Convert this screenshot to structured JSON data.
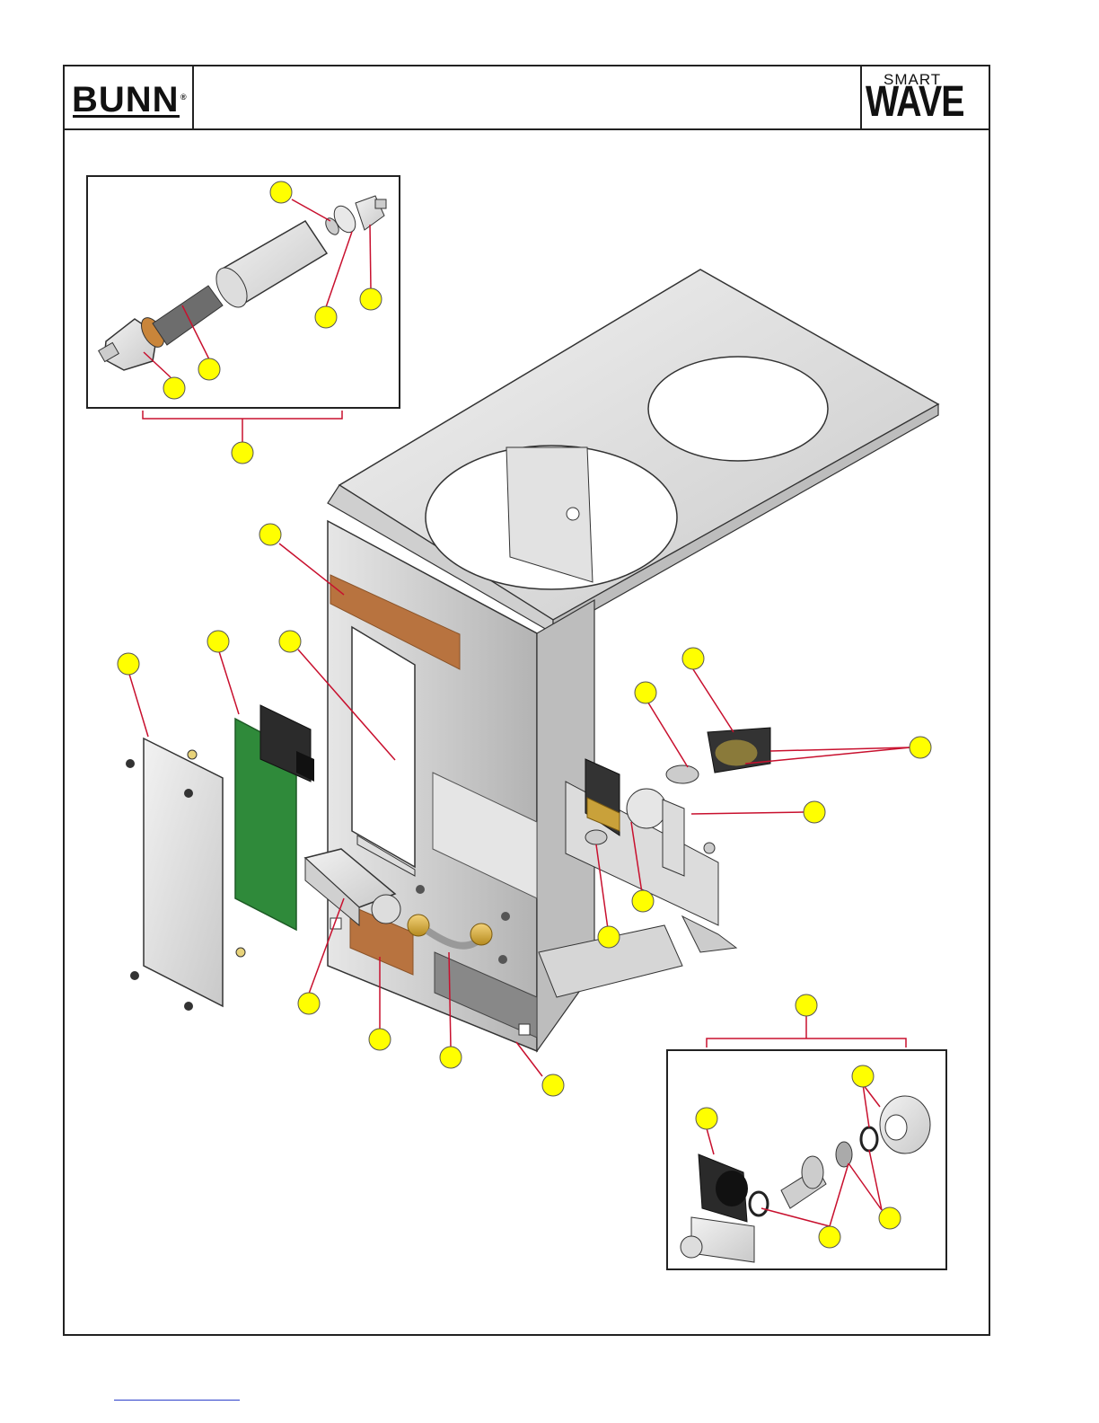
{
  "header": {
    "logo_text": "BUNN",
    "logo_reg": "®",
    "brand_top": "SMART",
    "brand_bottom": "WAVE"
  },
  "colors": {
    "callout_fill": "#ffff00",
    "leader_line": "#c8102e",
    "frame": "#222222",
    "decal": "#b8733f",
    "board": "#2f8a3a",
    "sheet_metal": "#d9d9d9"
  },
  "diagram": {
    "callouts": [
      {
        "id": "callout-top-inset-1"
      },
      {
        "id": "callout-top-inset-2"
      },
      {
        "id": "callout-top-inset-3"
      },
      {
        "id": "callout-top-inset-4"
      },
      {
        "id": "callout-top-inset-5"
      },
      {
        "id": "callout-top-inset-group"
      },
      {
        "id": "callout-decal-upper"
      },
      {
        "id": "callout-board"
      },
      {
        "id": "callout-cover-panel"
      },
      {
        "id": "callout-window-panel"
      },
      {
        "id": "callout-valve-coil"
      },
      {
        "id": "callout-valve-fitting"
      },
      {
        "id": "callout-valve-kit"
      },
      {
        "id": "callout-bracket"
      },
      {
        "id": "callout-solenoid"
      },
      {
        "id": "callout-fitting-lower"
      },
      {
        "id": "callout-strainer-label"
      },
      {
        "id": "callout-decal-lower"
      },
      {
        "id": "callout-tube"
      },
      {
        "id": "callout-label-plate"
      },
      {
        "id": "callout-valve-inset-group"
      },
      {
        "id": "callout-valve-inset-1"
      },
      {
        "id": "callout-valve-inset-2"
      },
      {
        "id": "callout-valve-inset-3"
      },
      {
        "id": "callout-valve-inset-4"
      }
    ]
  }
}
